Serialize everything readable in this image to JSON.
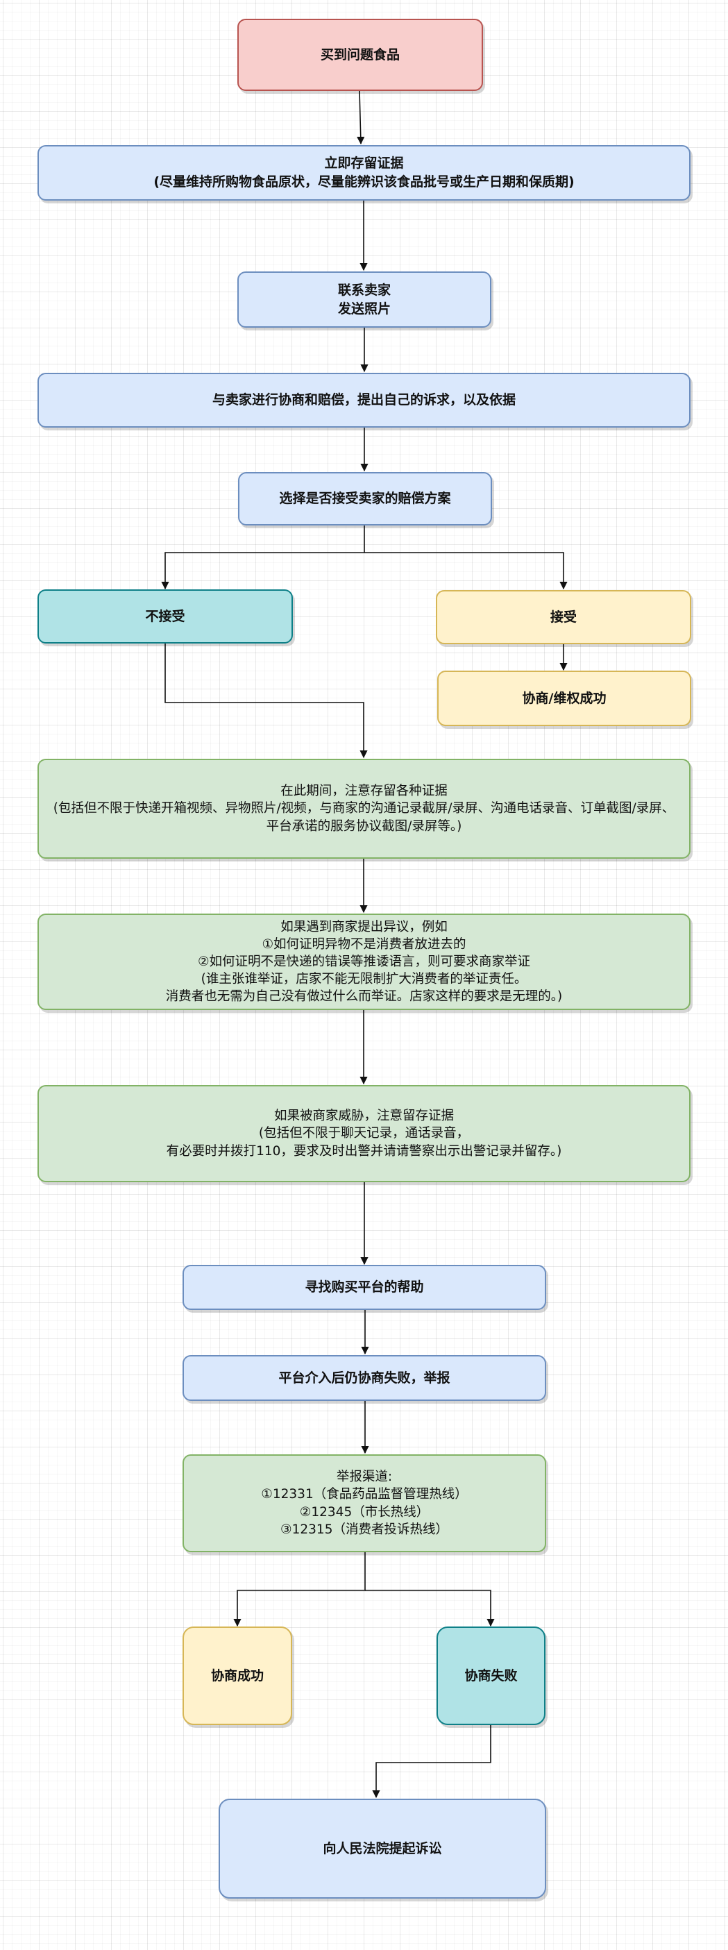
{
  "diagram": {
    "type": "flowchart",
    "colors": {
      "red_fill": "#f8cecc",
      "red_stroke": "#b85450",
      "blue_fill": "#dae8fc",
      "blue_stroke": "#6c8ebf",
      "teal_fill": "#b0e3e6",
      "teal_stroke": "#0e8088",
      "yellow_fill": "#fff2cc",
      "yellow_stroke": "#d6b656",
      "green_fill": "#d5e8d4",
      "green_stroke": "#82b366",
      "edge": "#111111"
    },
    "nodes": {
      "start": "买到问题食品",
      "keep_evidence": "立即存留证据\n(尽量维持所购物食品原状，尽量能辨识该食品批号或生产日期和保质期)",
      "contact_seller": "联系卖家\n发送照片",
      "negotiate": "与卖家进行协商和赔偿，提出自己的诉求，以及依据",
      "choose": "选择是否接受卖家的赔偿方案",
      "reject": "不接受",
      "accept": "接受",
      "success_rights": "协商/维权成功",
      "evidence_period": "在此期间，注意存留各种证据\n(包括但不限于快递开箱视频、异物照片/视频，与商家的沟通记录截屏/录屏、沟通电话录音、订单截图/录屏、平台承诺的服务协议截图/录屏等。)",
      "dispute": "如果遇到商家提出异议，例如\n①如何证明异物不是消费者放进去的\n②如何证明不是快递的错误等推诿语言，则可要求商家举证\n(谁主张谁举证，店家不能无限制扩大消费者的举证责任。\n消费者也无需为自己没有做过什么而举证。店家这样的要求是无理的。)",
      "threat": "如果被商家威胁，注意留存证据\n(包括但不限于聊天记录，通话录音，\n有必要时并拨打110，要求及时出警并请请警察出示出警记录并留存。)",
      "platform_help": "寻找购买平台的帮助",
      "platform_failed": "平台介入后仍协商失败，举报",
      "report_channels": "举报渠道:\n①12331（食品药品监督管理热线）\n②12345（市长热线）\n③12315（消费者投诉热线）",
      "negotiation_success": "协商成功",
      "negotiation_failed": "协商失败",
      "lawsuit": "向人民法院提起诉讼"
    },
    "edges": [
      [
        "start",
        "keep_evidence"
      ],
      [
        "keep_evidence",
        "contact_seller"
      ],
      [
        "contact_seller",
        "negotiate"
      ],
      [
        "negotiate",
        "choose"
      ],
      [
        "choose",
        "reject"
      ],
      [
        "choose",
        "accept"
      ],
      [
        "accept",
        "success_rights"
      ],
      [
        "reject",
        "evidence_period"
      ],
      [
        "evidence_period",
        "dispute"
      ],
      [
        "dispute",
        "threat"
      ],
      [
        "threat",
        "platform_help"
      ],
      [
        "platform_help",
        "platform_failed"
      ],
      [
        "platform_failed",
        "report_channels"
      ],
      [
        "report_channels",
        "negotiation_success"
      ],
      [
        "report_channels",
        "negotiation_failed"
      ],
      [
        "negotiation_failed",
        "lawsuit"
      ]
    ]
  }
}
